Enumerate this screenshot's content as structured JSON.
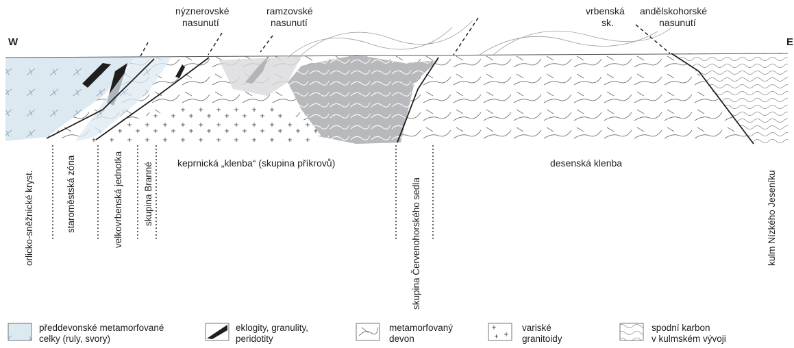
{
  "sides": {
    "west": "W",
    "east": "E"
  },
  "faults": {
    "nyznerovske": [
      "nýznerovské",
      "nasunutí"
    ],
    "ramzovske": [
      "ramzovské",
      "nasunutí"
    ],
    "vrbenska": [
      "vrbenská",
      "sk."
    ],
    "andelskohorske": [
      "andělskohorské",
      "nasunutí"
    ]
  },
  "units": {
    "orlicko": "orlicko-sněžnické kryst.",
    "staromestska": "staroměstská zóna",
    "velkovrbenska": "velkovrbenská jednotka",
    "branne": "skupina Branné",
    "keprnicka": "keprnická „klenba“ (skupina příkrovů)",
    "cervenohorske": "skupina Červenohorského sedla",
    "desenska": "desenská klenba",
    "kulm": "kulm Nízkého Jeseníku"
  },
  "legend": [
    {
      "lines": [
        "předdevonské metamorfované",
        "celky (ruly, svory)"
      ],
      "pattern": "pre-devonian"
    },
    {
      "lines": [
        "eklogity, granulity,",
        "peridotity"
      ],
      "pattern": "eclogite"
    },
    {
      "lines": [
        "metamorfovaný",
        "devon"
      ],
      "pattern": "devonian"
    },
    {
      "lines": [
        "variské",
        "granitoidy"
      ],
      "pattern": "granitoid"
    },
    {
      "lines": [
        "spodní karbon",
        "v kulmském vývoji"
      ],
      "pattern": "culm"
    }
  ],
  "colors": {
    "ink": "#1e1e1e",
    "preDevonian": "#dde9f1",
    "grayUnit": "#b7b9bc",
    "lightGray": "#d9dadc"
  }
}
